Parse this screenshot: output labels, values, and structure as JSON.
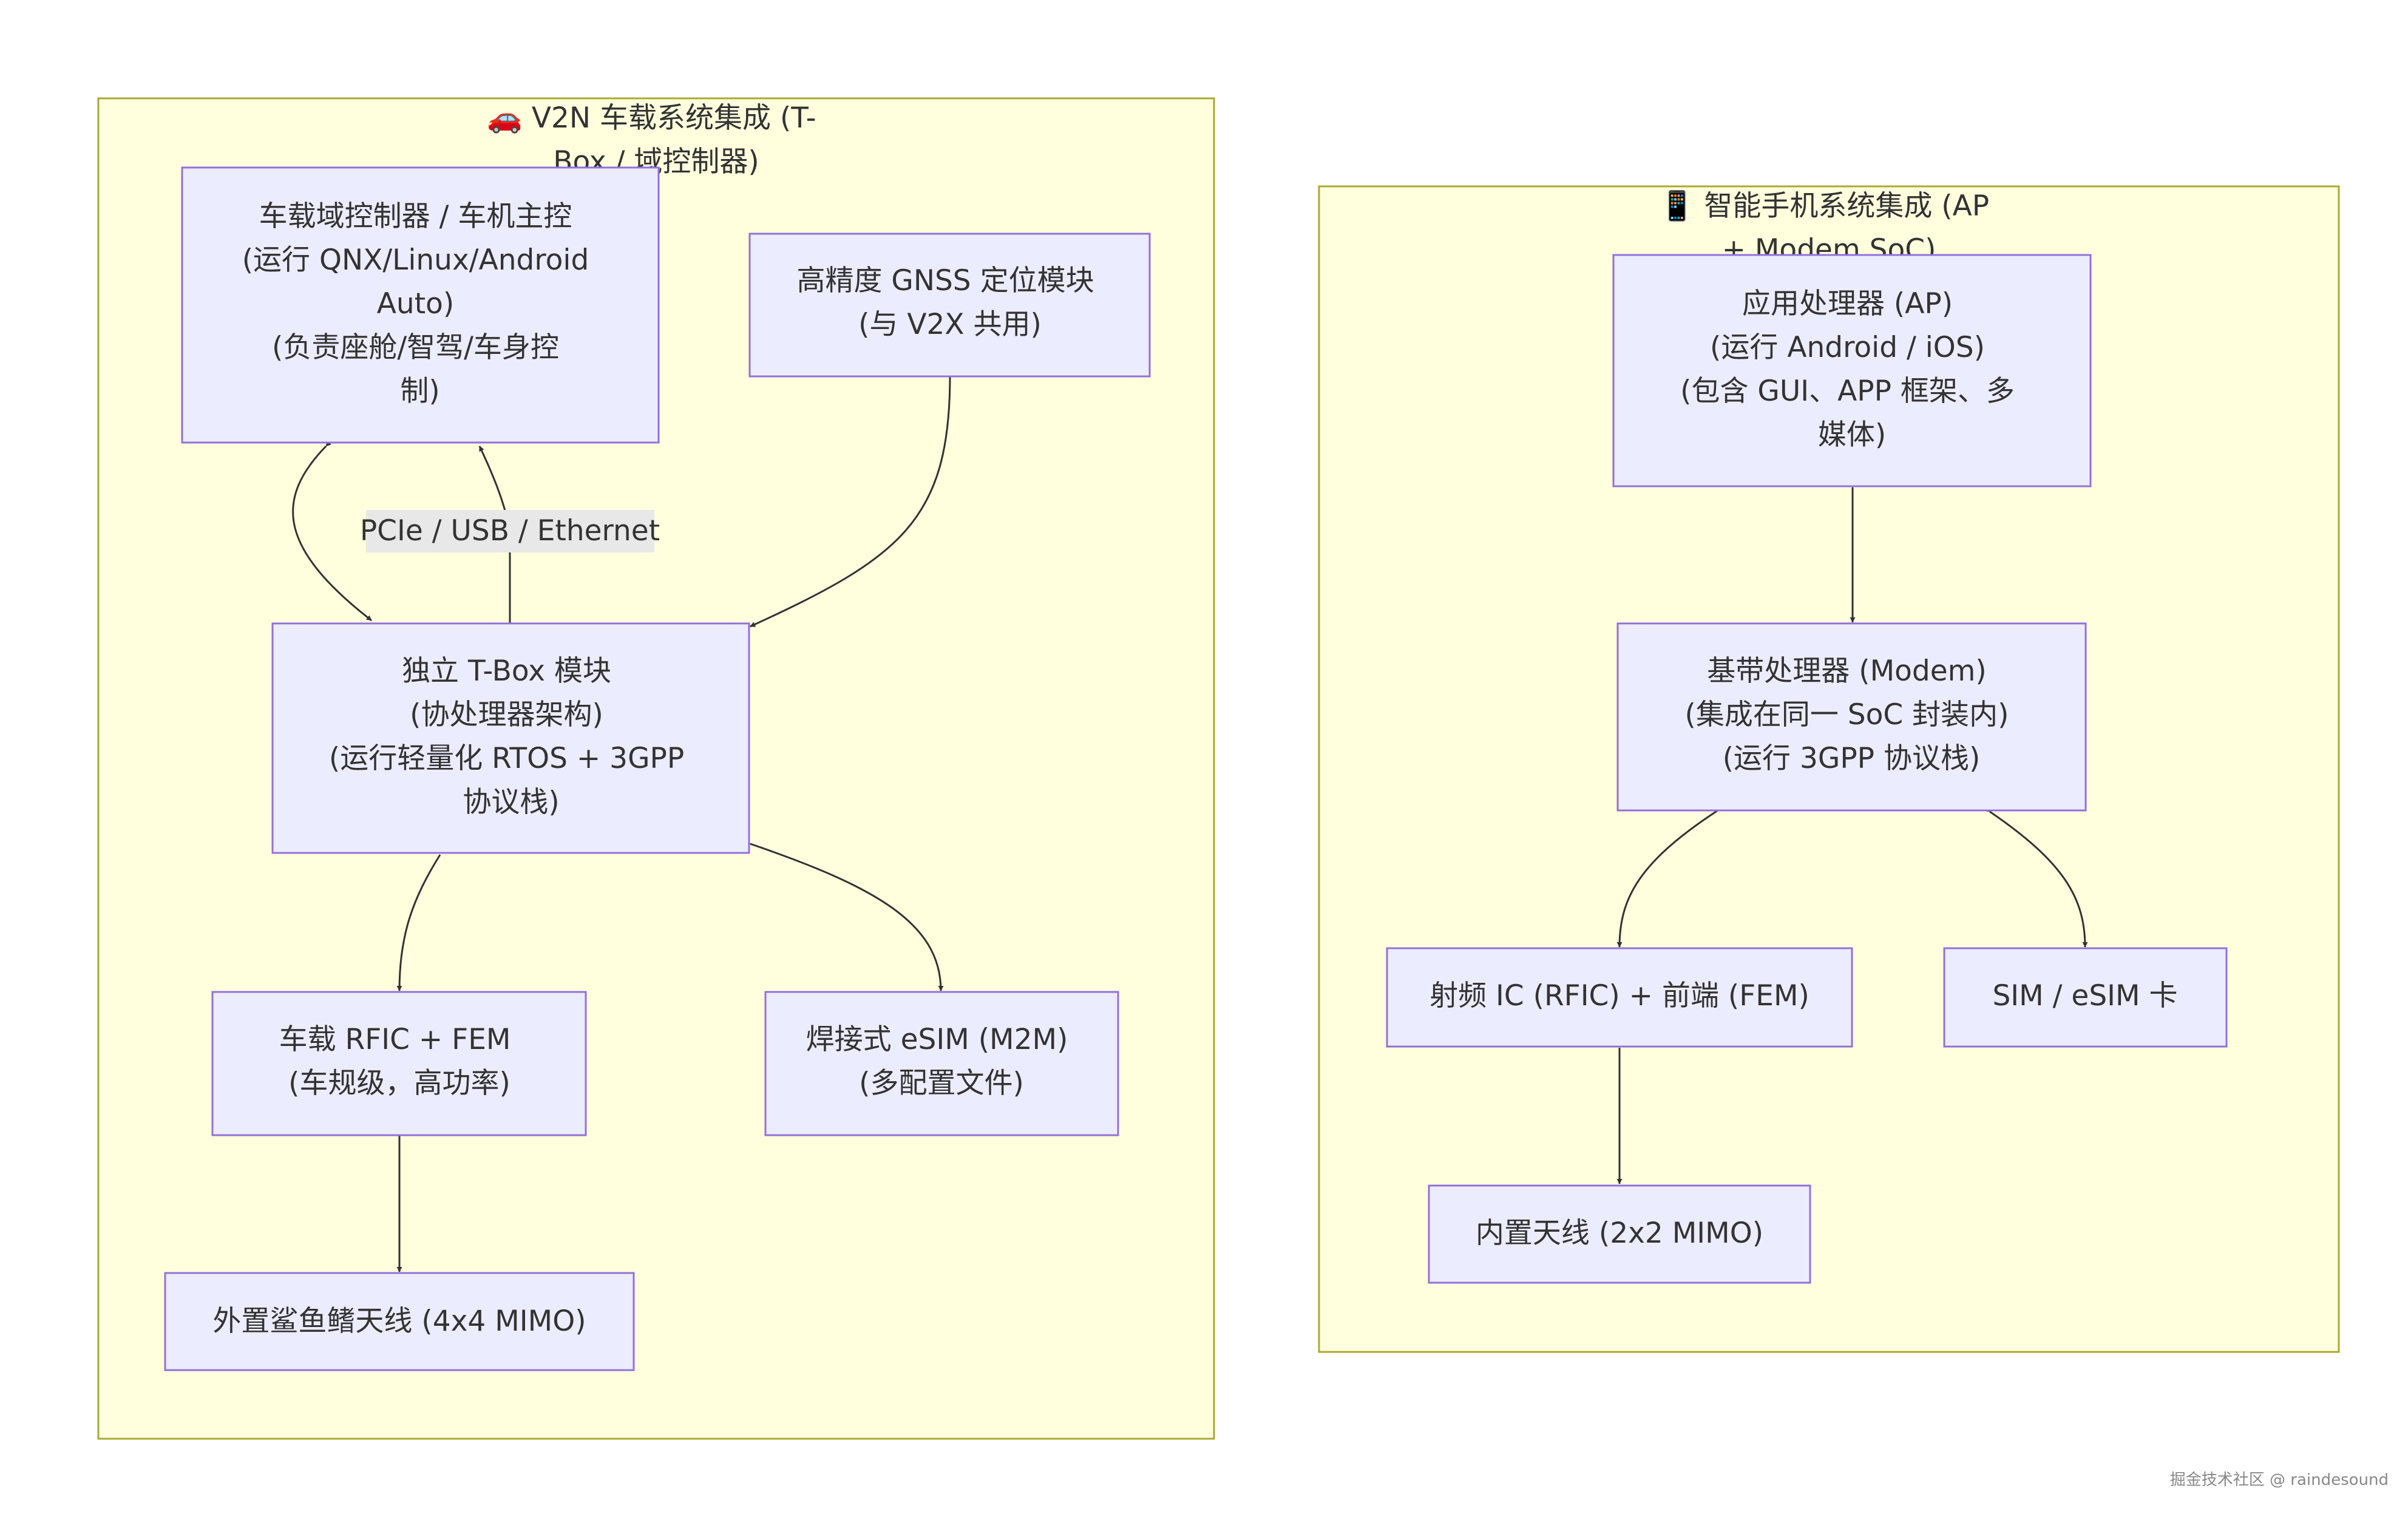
{
  "clusters": {
    "v2n": {
      "title_lines": [
        "🚗 V2N 车载系统集成 (T-",
        "Box / 域控制器)"
      ]
    },
    "phone": {
      "title_lines": [
        "📱 智能手机系统集成 (AP",
        "+ Modem SoC)"
      ]
    }
  },
  "nodes": {
    "domain_ctrl": {
      "lines": [
        "车载域控制器 / 车机主控",
        "(运行 QNX/Linux/Android",
        "Auto)",
        "(负责座舱/智驾/车身控",
        "制)"
      ]
    },
    "gnss": {
      "lines": [
        "高精度 GNSS 定位模块",
        "(与 V2X 共用)"
      ]
    },
    "tbox": {
      "lines": [
        "独立 T-Box 模块",
        "(协处理器架构)",
        "(运行轻量化 RTOS + 3GPP",
        "协议栈)"
      ]
    },
    "car_rf": {
      "lines": [
        "车载 RFIC + FEM",
        "(车规级，高功率)"
      ]
    },
    "esim_m2m": {
      "lines": [
        "焊接式 eSIM (M2M)",
        "(多配置文件)"
      ]
    },
    "car_antenna": {
      "lines": [
        "外置鲨鱼鳍天线 (4x4 MIMO)"
      ]
    },
    "ap": {
      "lines": [
        "应用处理器 (AP)",
        "(运行 Android / iOS)",
        "(包含 GUI、APP 框架、多",
        "媒体)"
      ]
    },
    "modem": {
      "lines": [
        "基带处理器 (Modem)",
        "(集成在同一 SoC 封装内)",
        "(运行 3GPP 协议栈)"
      ]
    },
    "phone_rf": {
      "lines": [
        "射频 IC (RFIC) + 前端 (FEM)"
      ]
    },
    "sim": {
      "lines": [
        "SIM / eSIM 卡"
      ]
    },
    "phone_antenna": {
      "lines": [
        "内置天线 (2x2 MIMO)"
      ]
    }
  },
  "edge_labels": {
    "tbox_domain": "PCIe / USB / Ethernet"
  },
  "watermark": "掘金技术社区 @ raindesound"
}
